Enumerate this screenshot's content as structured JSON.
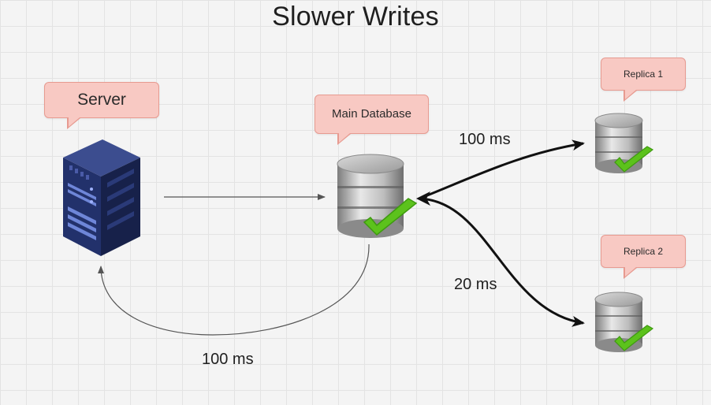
{
  "title": "Slower Writes",
  "nodes": {
    "server": {
      "label": "Server"
    },
    "main_database": {
      "label": "Main Database"
    },
    "replica_1": {
      "label": "Replica 1"
    },
    "replica_2": {
      "label": "Replica 2"
    }
  },
  "edges": {
    "to_replica_1_latency": "100 ms",
    "to_replica_2_latency": "20 ms",
    "back_to_server_latency": "100 ms"
  },
  "colors": {
    "bubble_fill": "#f8c9c3",
    "bubble_border": "#e79a90",
    "check_green": "#5cc21c",
    "server_blue": "#1c2a5e"
  }
}
